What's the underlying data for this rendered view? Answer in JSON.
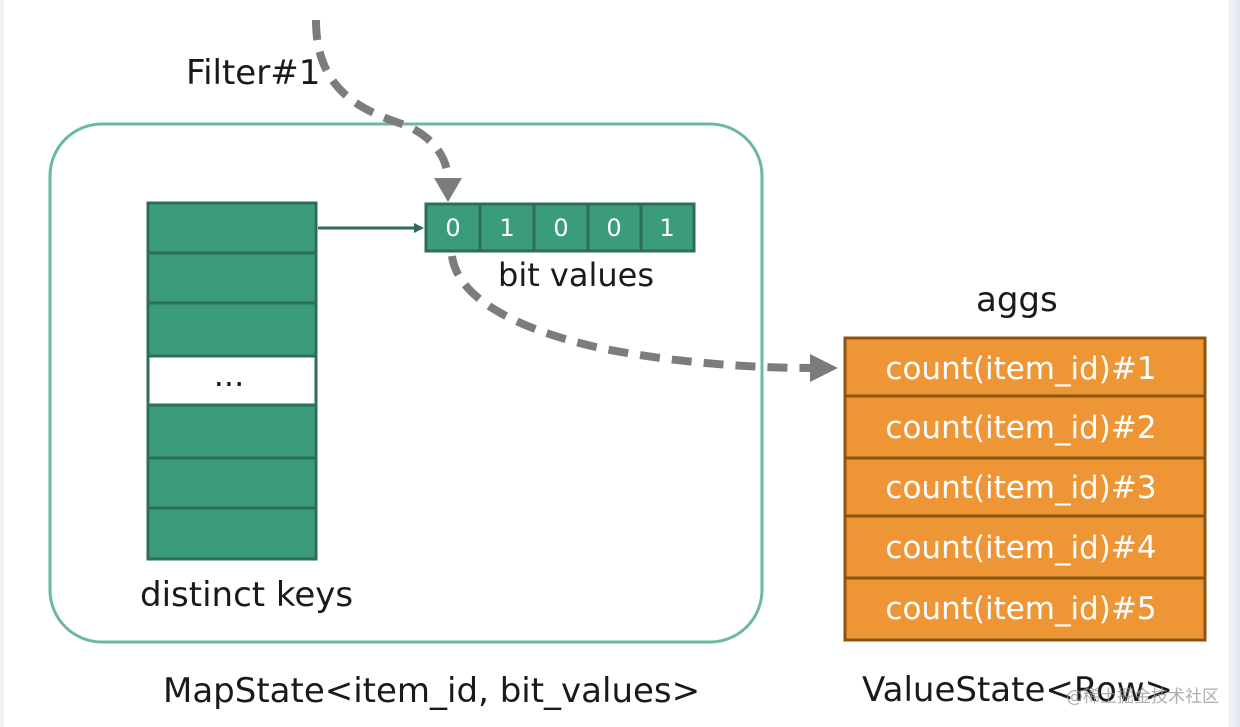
{
  "labels": {
    "filter": "Filter#1",
    "bit_values": "bit values",
    "distinct_keys": "distinct keys",
    "aggs": "aggs",
    "map_state": "MapState<item_id, bit_values>",
    "value_state": "ValueState<Row>"
  },
  "distinct_keys": {
    "rows": [
      "",
      "",
      "",
      "...",
      "",
      "",
      ""
    ]
  },
  "bit_values": [
    "0",
    "1",
    "0",
    "0",
    "1"
  ],
  "aggs": {
    "rows": [
      "count(item_id)#1",
      "count(item_id)#2",
      "count(item_id)#3",
      "count(item_id)#4",
      "count(item_id)#5"
    ]
  },
  "watermark": "@稀土掘金技术社区",
  "colors": {
    "teal": "#3a9c7c",
    "teal_border": "#2d6e59",
    "container_border": "#6cb9a2",
    "orange": "#ee9536",
    "orange_border": "#8b5510",
    "dashed_arrow": "#7c7c7c",
    "text": "#1a1a1a"
  }
}
